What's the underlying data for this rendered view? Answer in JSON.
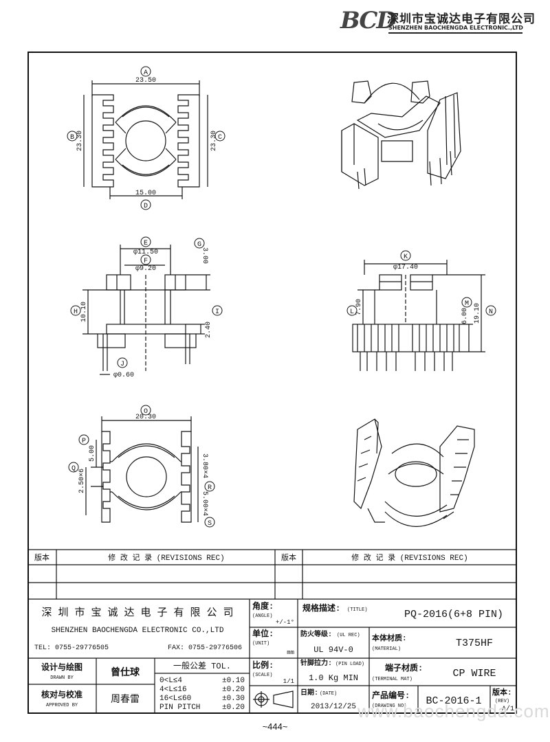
{
  "header": {
    "logo": "BCD",
    "company_cn": "深圳市宝诚达电子有限公司",
    "company_en": "SHENZHEN BAOCHENGDA ELECTRONIC.,LTD"
  },
  "drawing": {
    "top_view": {
      "A": "23.50",
      "B": "23.30",
      "C": "23.30",
      "D": "15.00"
    },
    "front_view": {
      "E": "φ11.50",
      "F": "φ9.20",
      "G": "3.00",
      "H": "10.10",
      "I": "2.40",
      "J": "φ0.60"
    },
    "side_view": {
      "K": "φ17.40",
      "L": "7.90",
      "M": "6.00",
      "N": "19.10"
    },
    "bottom_view": {
      "O": "20.30",
      "P": "5.00",
      "Q": "2.50×6",
      "R": "3.80×4",
      "S": "5.00×4"
    },
    "labels": [
      "A",
      "B",
      "C",
      "D",
      "E",
      "F",
      "G",
      "H",
      "I",
      "J",
      "K",
      "L",
      "M",
      "N",
      "O",
      "P",
      "Q",
      "R",
      "S"
    ]
  },
  "revisions": {
    "col_version": "版本",
    "col_record": "修  改  记  录   (REVISIONS REC)"
  },
  "title_block": {
    "company_cn": "深 圳 市 宝 诚 达 电 子 有 限 公 司",
    "company_en": "SHENZHEN BAOCHENGDA ELECTRONIC CO.,LTD",
    "tel": "TEL: 0755-29776505",
    "fax": "FAX: 0755-29776506",
    "angle_label": "角度:",
    "angle_label_en": "(ANGLE)",
    "angle_value": "+/-1°",
    "unit_label": "单位:",
    "unit_label_en": "(UNIT)",
    "unit_value": "mm",
    "scale_label": "比例:",
    "scale_label_en": "(SCALE)",
    "scale_value": "1/1",
    "title_label": "规格描述:",
    "title_label_en": "(TITLE)",
    "title_value": "PQ-2016(6+8 PIN)",
    "ul_label": "防火等级:",
    "ul_label_en": "(UL REC)",
    "ul_value": "UL 94V-0",
    "material_label": "本体材质:",
    "material_label_en": "(MATERIAL)",
    "material_value": "T375HF",
    "pin_load_label": "针脚拉力:",
    "pin_load_label_en": "(PIN LOAD)",
    "pin_load_value": "1.0 Kg MIN",
    "terminal_label": "端子材质:",
    "terminal_label_en": "(TERMINAL MAT)",
    "terminal_value": "CP WIRE",
    "drawn_label": "设计与绘图",
    "drawn_label_en": "DRAWN BY",
    "drawn_value": "曾仕球",
    "approved_label": "核对与校准",
    "approved_label_en": "APPROVED BY",
    "approved_value": "周春雷",
    "tol_title": "一般公差 TOL.",
    "tol_rows": [
      {
        "range": "0<L≤4",
        "value": "±0.10"
      },
      {
        "range": "4<L≤16",
        "value": "±0.20"
      },
      {
        "range": "16<L≤60",
        "value": "±0.30"
      },
      {
        "range": "PIN PITCH",
        "value": "±0.20"
      }
    ],
    "date_label": "日期:",
    "date_label_en": "(DATE)",
    "date_value": "2013/12/25",
    "drawing_no_label": "产品编号:",
    "drawing_no_label_en": "(DRAWING NO)",
    "drawing_no_value": "BC-2016-1",
    "rev_label": "版本:",
    "rev_label_en": "(REV)",
    "rev_value": "A/1"
  },
  "footer": {
    "page": "~444~",
    "watermark_url": "www.baochengda.com.cn"
  }
}
